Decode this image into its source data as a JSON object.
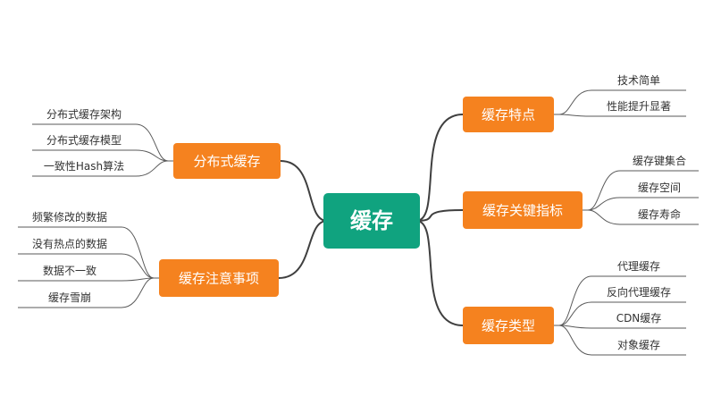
{
  "root": {
    "label": "缓存"
  },
  "branches": [
    {
      "label": "分布式缓存",
      "color": "#f5821f",
      "leaves": [
        "分布式缓存架构",
        "分布式缓存模型",
        "一致性Hash算法"
      ]
    },
    {
      "label": "缓存注意事项",
      "color": "#f5821f",
      "leaves": [
        "频繁修改的数据",
        "没有热点的数据",
        "数据不一致",
        "缓存雪崩"
      ]
    },
    {
      "label": "缓存特点",
      "color": "#f5821f",
      "leaves": [
        "技术简单",
        "性能提升显著"
      ]
    },
    {
      "label": "缓存关键指标",
      "color": "#f5821f",
      "leaves": [
        "缓存键集合",
        "缓存空间",
        "缓存寿命"
      ]
    },
    {
      "label": "缓存类型",
      "color": "#f5821f",
      "leaves": [
        "代理缓存",
        "反向代理缓存",
        "CDN缓存",
        "对象缓存"
      ]
    }
  ],
  "colors": {
    "root": "#10a37f",
    "branch": "#f5821f",
    "line": "#3f3f3f"
  }
}
